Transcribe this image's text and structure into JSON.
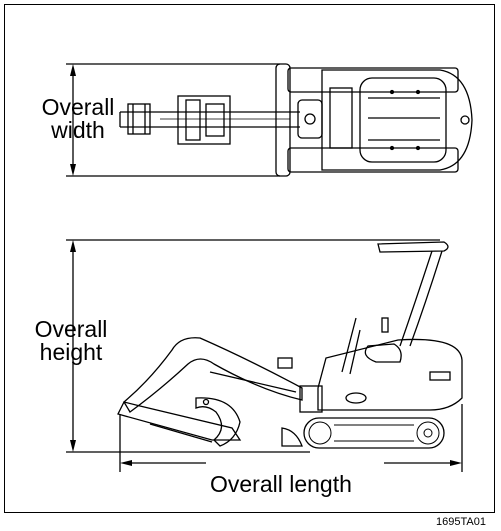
{
  "labels": {
    "overall_width_line1": "Overall",
    "overall_width_line2": "width",
    "overall_height_line1": "Overall",
    "overall_height_line2": "height",
    "overall_length": "Overall length",
    "figure_code": "1695TA01"
  },
  "colors": {
    "line": "#000000",
    "background": "#ffffff"
  }
}
